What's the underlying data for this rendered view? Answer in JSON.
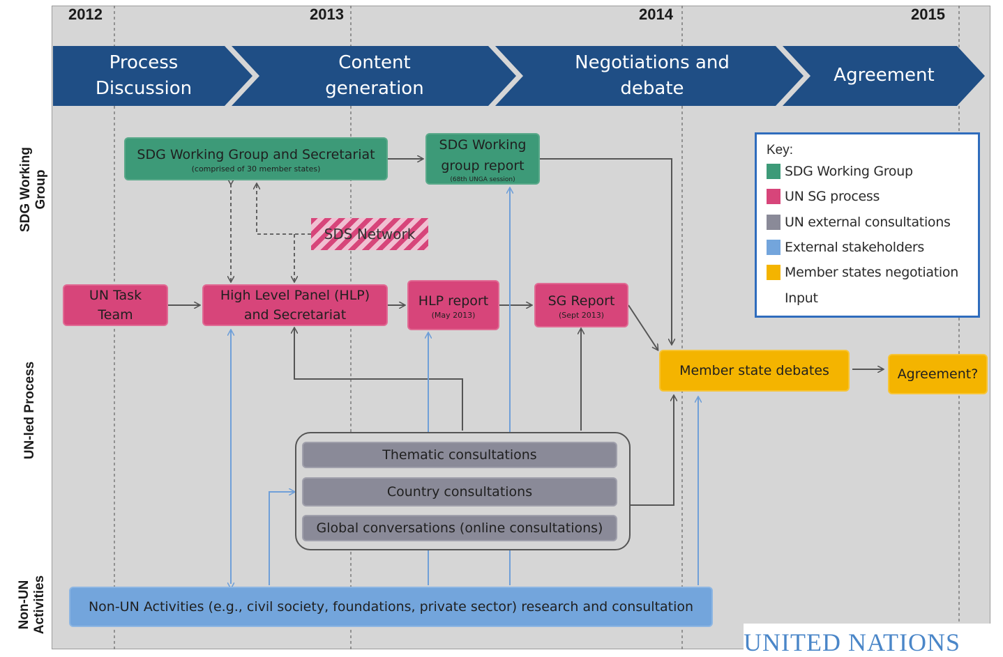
{
  "years": [
    "2012",
    "2013",
    "2014",
    "2015"
  ],
  "phases": [
    {
      "label": "Process\nDiscussion"
    },
    {
      "label": "Content\ngeneration"
    },
    {
      "label": "Negotiations and\ndebate"
    },
    {
      "label": "Agreement"
    }
  ],
  "row_labels": {
    "sdg": "SDG Working\nGroup",
    "un": "UN-led Process",
    "non_un": "Non-UN\nActivities"
  },
  "nodes": {
    "sdg_wg": {
      "label": "SDG Working Group and Secretariat",
      "sub": "(comprised of 30 member states)"
    },
    "sdg_report": {
      "label": "SDG Working\ngroup report",
      "sub": "(68th UNGA session)"
    },
    "sds_network": {
      "label": "SDS Network"
    },
    "un_task_team": {
      "label": "UN Task\nTeam"
    },
    "hlp": {
      "label": "High Level Panel (HLP)\nand Secretariat"
    },
    "hlp_report": {
      "label": "HLP report",
      "sub": "(May 2013)"
    },
    "sg_report": {
      "label": "SG Report",
      "sub": "(Sept 2013)"
    },
    "member_debates": {
      "label": "Member state debates"
    },
    "agreement_q": {
      "label": "Agreement?"
    },
    "thematic": {
      "label": "Thematic consultations"
    },
    "country": {
      "label": "Country consultations"
    },
    "global": {
      "label": "Global conversations (online consultations)"
    },
    "non_un": {
      "label": "Non-UN Activities (e.g., civil society, foundations, private sector) research and consultation"
    }
  },
  "key": {
    "title": "Key:",
    "items": [
      {
        "label": "SDG Working Group",
        "color": "#3d9a78"
      },
      {
        "label": "UN SG process",
        "color": "#d7457a"
      },
      {
        "label": "UN external consultations",
        "color": "#8a8a98"
      },
      {
        "label": "External stakeholders",
        "color": "#73a5dc"
      },
      {
        "label": "Member states negotiation",
        "color": "#f4b400"
      },
      {
        "label": "Input",
        "color": ""
      }
    ]
  },
  "watermark": "UNITED NATIONS",
  "colors": {
    "chevron": "#1f4e85",
    "background": "#d6d6d6",
    "arrow_dark": "#555555",
    "arrow_blue": "#6f9fd8"
  }
}
